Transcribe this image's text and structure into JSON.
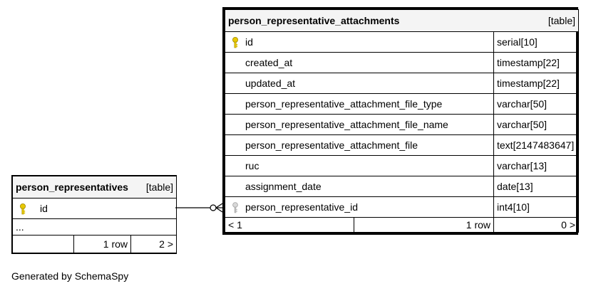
{
  "left_table": {
    "name": "person_representatives",
    "kind": "[table]",
    "columns": [
      {
        "name": "id",
        "key": "primary"
      }
    ],
    "ellipsis": "...",
    "footer": {
      "col1": "",
      "rows": "1 row",
      "nav": "2 >"
    }
  },
  "right_table": {
    "name": "person_representative_attachments",
    "kind": "[table]",
    "columns": [
      {
        "name": "id",
        "type": "serial[10]",
        "key": "primary"
      },
      {
        "name": "created_at",
        "type": "timestamp[22]"
      },
      {
        "name": "updated_at",
        "type": "timestamp[22]"
      },
      {
        "name": "person_representative_attachment_file_type",
        "type": "varchar[50]"
      },
      {
        "name": "person_representative_attachment_file_name",
        "type": "varchar[50]"
      },
      {
        "name": "person_representative_attachment_file",
        "type": "text[2147483647]"
      },
      {
        "name": "ruc",
        "type": "varchar[13]"
      },
      {
        "name": "assignment_date",
        "type": "date[13]"
      },
      {
        "name": "person_representative_id",
        "type": "int4[10]",
        "key": "foreign"
      }
    ],
    "footer": {
      "prev": "< 1",
      "rows": "1 row",
      "nav": "0 >"
    }
  },
  "generated_by": "Generated by SchemaSpy",
  "colors": {
    "primary_key": "#e8c800",
    "foreign_key": "#a0a0a0",
    "header_bg": "#f4f4f4"
  }
}
